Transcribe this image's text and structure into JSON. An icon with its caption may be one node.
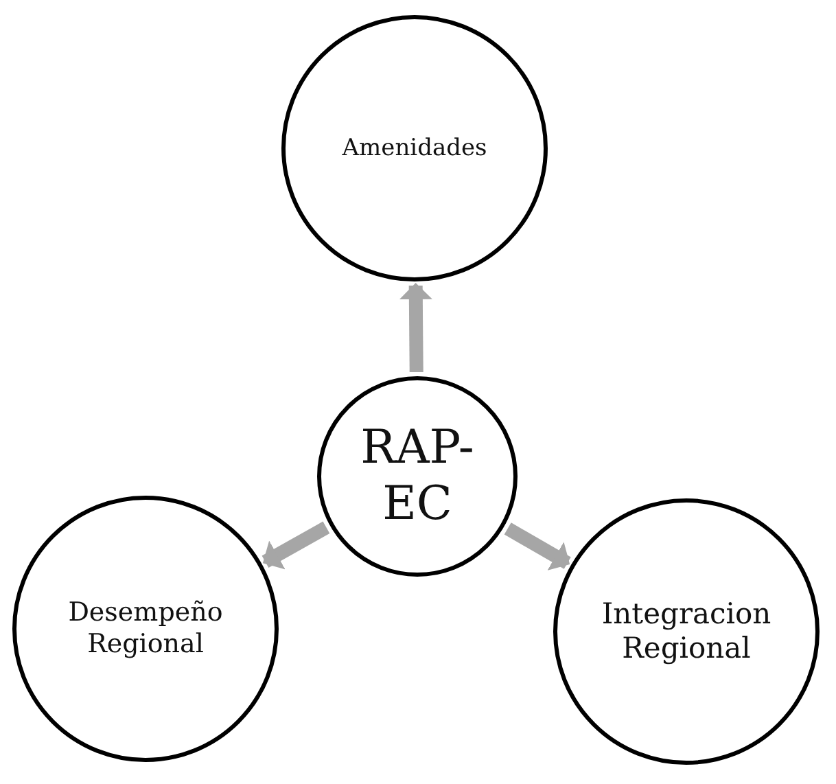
{
  "diagram": {
    "nodes": [
      {
        "text": [
          "Amenidades"
        ]
      },
      {
        "text": [
          "RAP-EC"
        ]
      },
      {
        "text": [
          "Desempeño Regional"
        ]
      },
      {
        "text": [
          "Integracion Regional"
        ]
      }
    ],
    "edges": [
      {
        "from": 1,
        "to": 0,
        "arrow": "to"
      },
      {
        "from": 1,
        "to": 2,
        "arrow": "to"
      },
      {
        "from": 1,
        "to": 3,
        "arrow": "to"
      }
    ]
  }
}
